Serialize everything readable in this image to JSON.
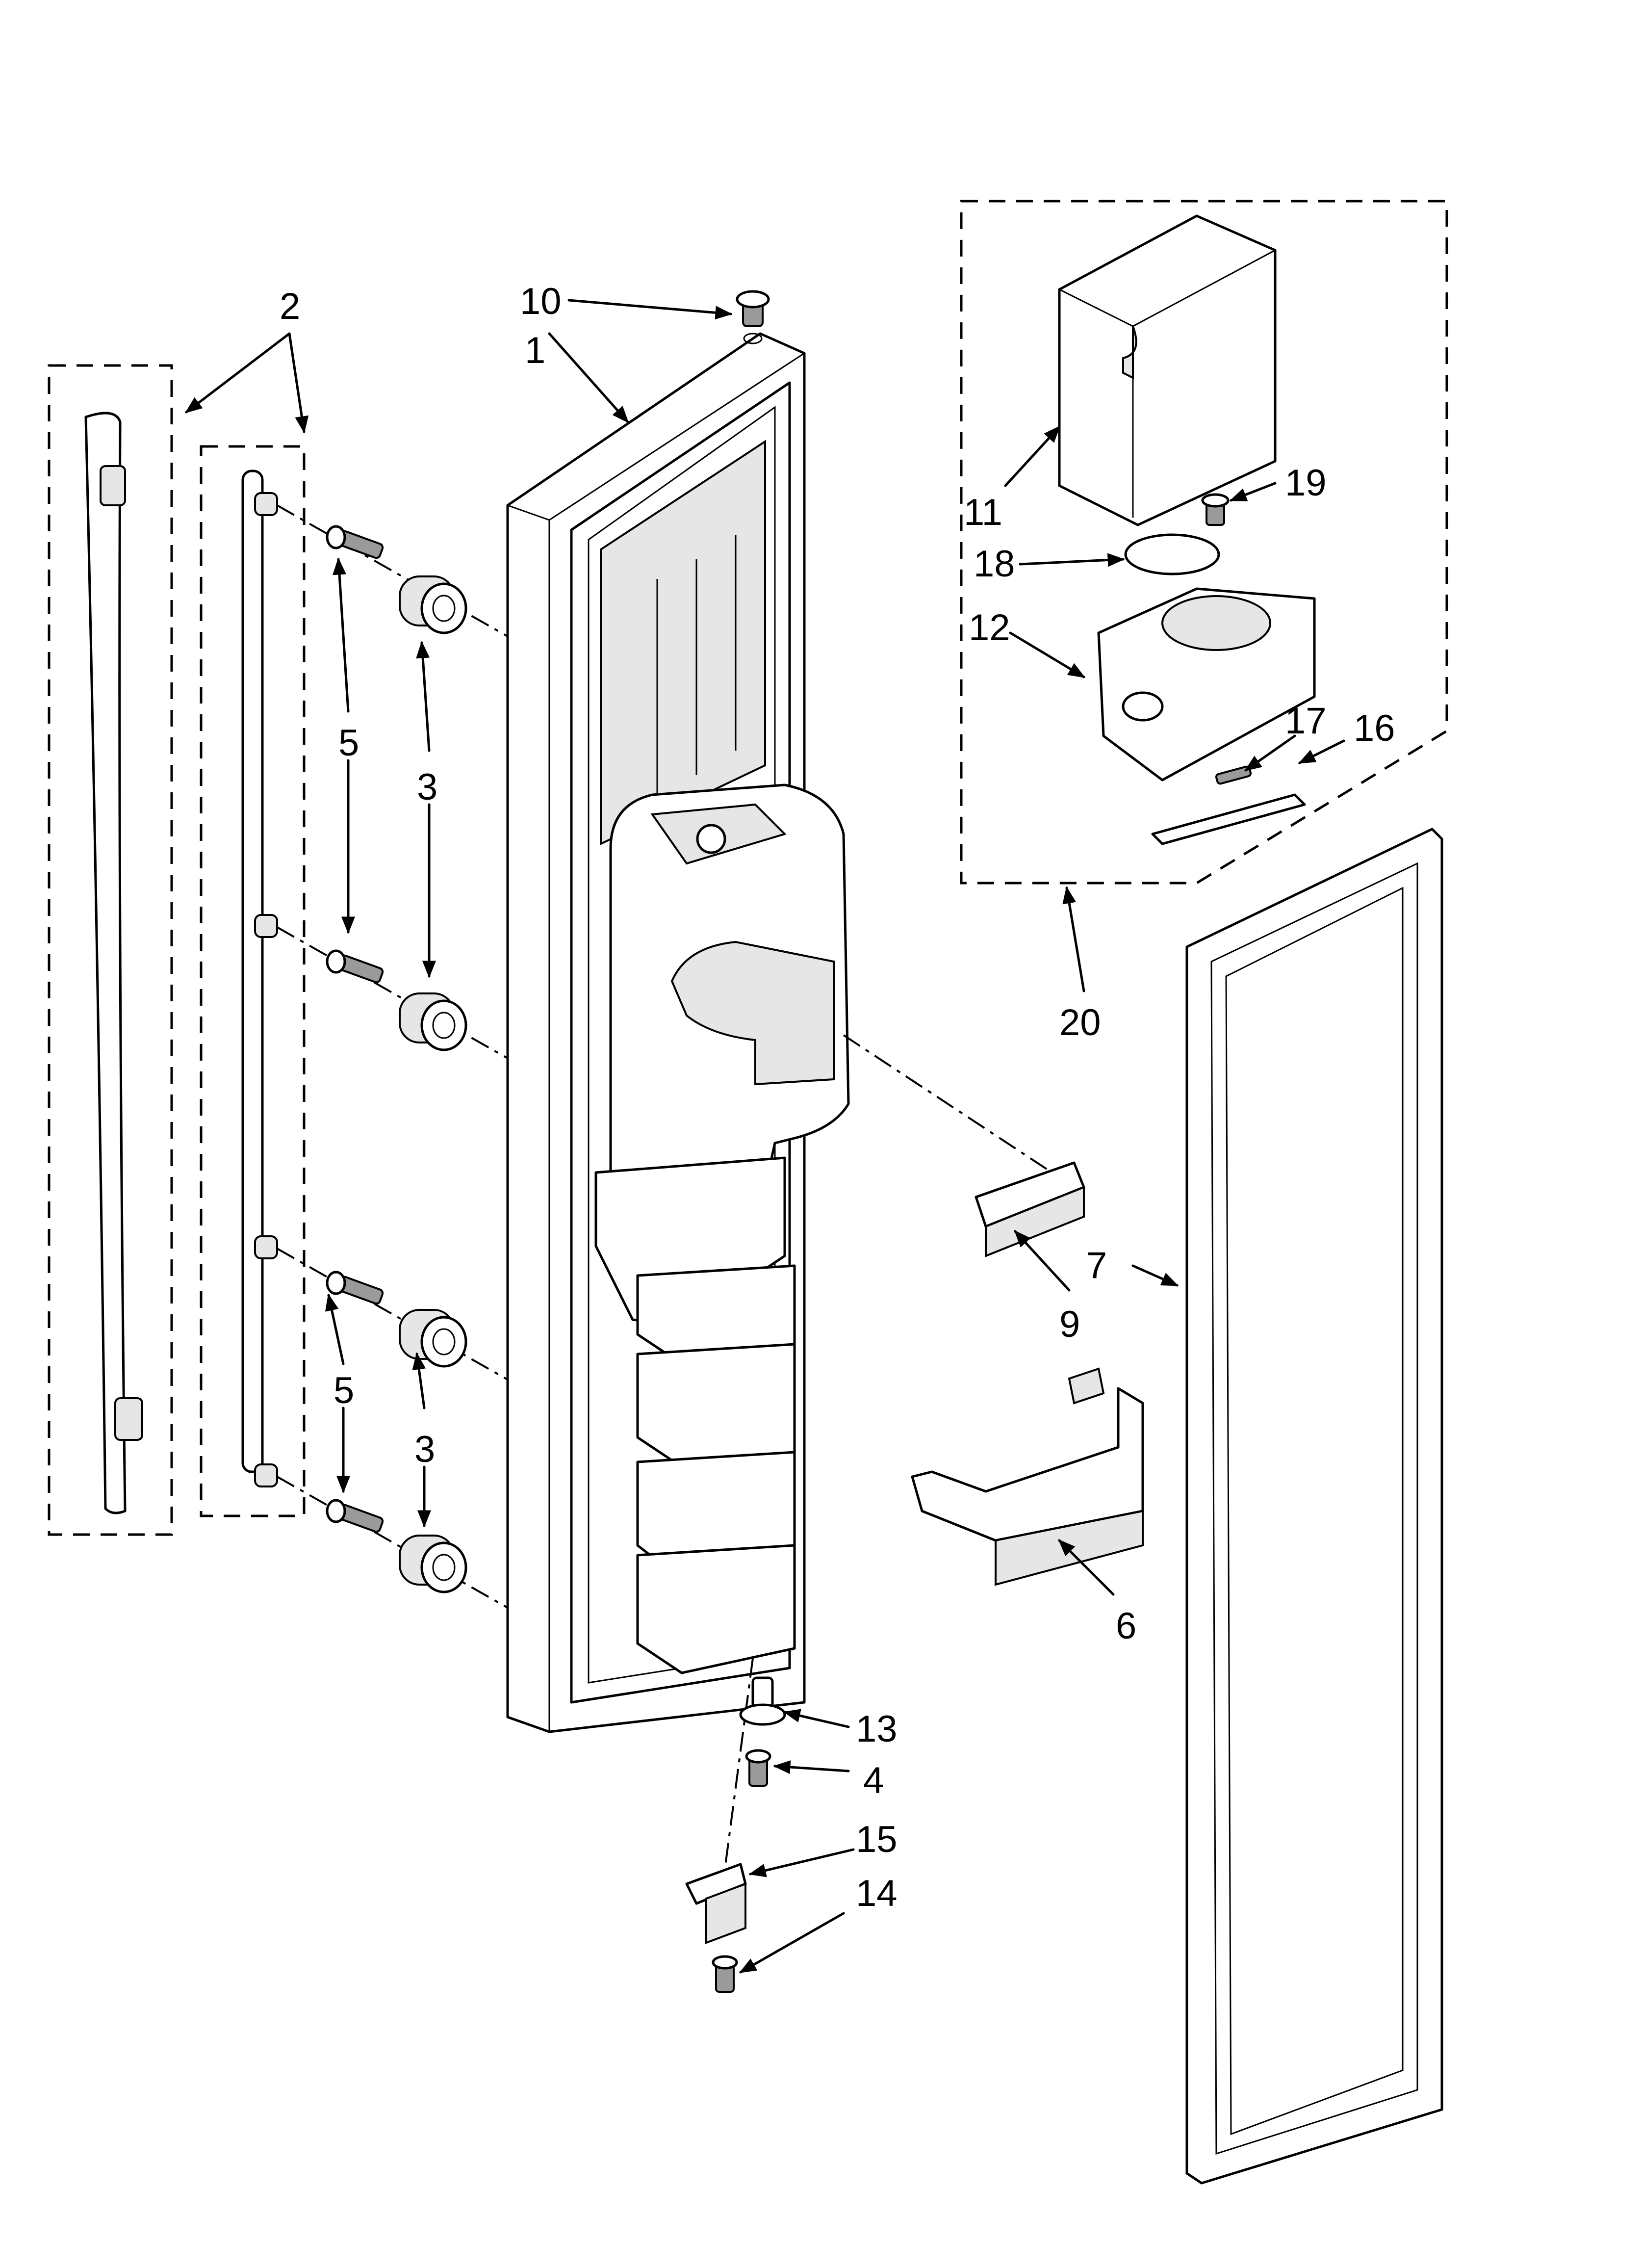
{
  "callouts": {
    "c1": "1",
    "c2": "2",
    "c3a": "3",
    "c3b": "3",
    "c4": "4",
    "c5a": "5",
    "c5b": "5",
    "c6": "6",
    "c7": "7",
    "c9": "9",
    "c10": "10",
    "c11": "11",
    "c12": "12",
    "c13": "13",
    "c14": "14",
    "c15": "15",
    "c16": "16",
    "c17": "17",
    "c18": "18",
    "c19": "19",
    "c20": "20"
  }
}
